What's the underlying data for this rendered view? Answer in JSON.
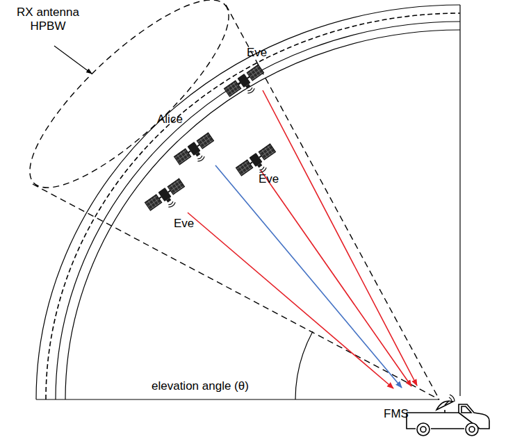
{
  "diagram": {
    "labels": [
      "RX antenna HPBW",
      "Eve",
      "Alice",
      "Eve",
      "Eve",
      "elevation angle (θ)",
      "FMS"
    ]
  }
}
